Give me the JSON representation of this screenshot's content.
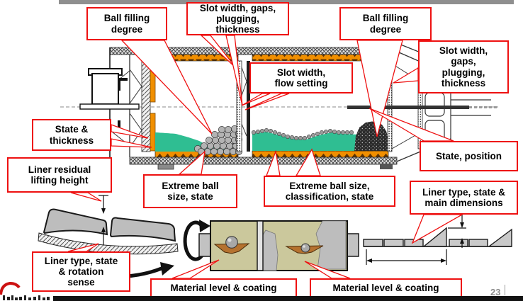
{
  "slide": {
    "page_number": "23",
    "description": "Ball mill inspection diagram with callout labels"
  },
  "colors": {
    "callout_red": "#ee1111",
    "material_green": "#2fbe92",
    "liner_orange": "#f18f00",
    "coating_olive": "#cbc89c",
    "pocket_brown": "#b5722f"
  },
  "callouts": {
    "ball_filling_left": "Ball filling\ndegree",
    "slot_top": "Slot width, gaps,\nplugging,\nthickness",
    "ball_filling_right": "Ball filling\ndegree",
    "slot_right": "Slot width,\ngaps,\nplugging,\nthickness",
    "slot_flow": "Slot width,\nflow setting",
    "state_thickness": "State &\nthickness",
    "liner_residual": "Liner residual\nlifting height",
    "extreme_ball_left": "Extreme ball\nsize, state",
    "extreme_ball_right": "Extreme ball size,\nclassification, state",
    "state_position": "State, position",
    "liner_type_dims": "Liner type, state &\nmain dimensions",
    "liner_type_rotation": "Liner type, state\n& rotation\nsense",
    "material_left": "Material level & coating",
    "material_right": "Material level & coating"
  }
}
